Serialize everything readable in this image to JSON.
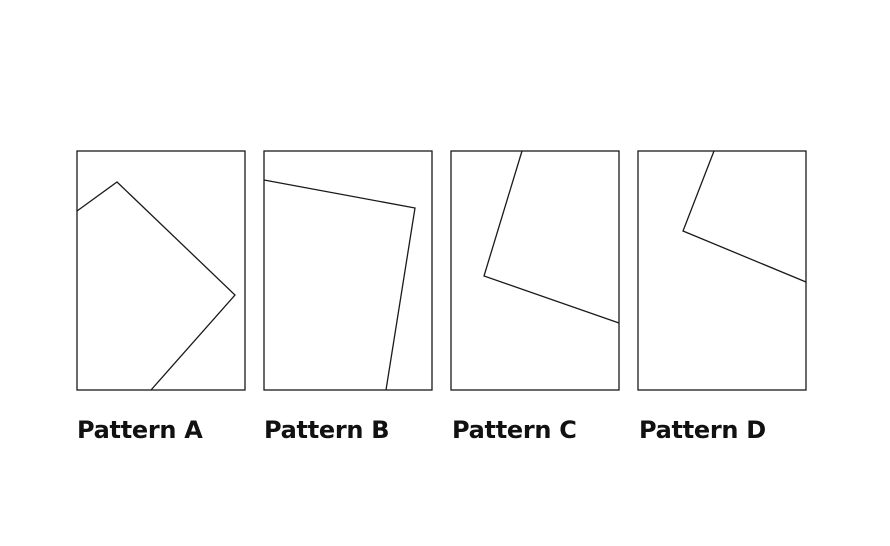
{
  "patterns": [
    {
      "id": "a",
      "label": "Pattern A"
    },
    {
      "id": "b",
      "label": "Pattern B"
    },
    {
      "id": "c",
      "label": "Pattern C"
    },
    {
      "id": "d",
      "label": "Pattern D"
    }
  ],
  "colors": {
    "stroke": "#1a1a1a",
    "background": "#ffffff",
    "text": "#111111"
  }
}
